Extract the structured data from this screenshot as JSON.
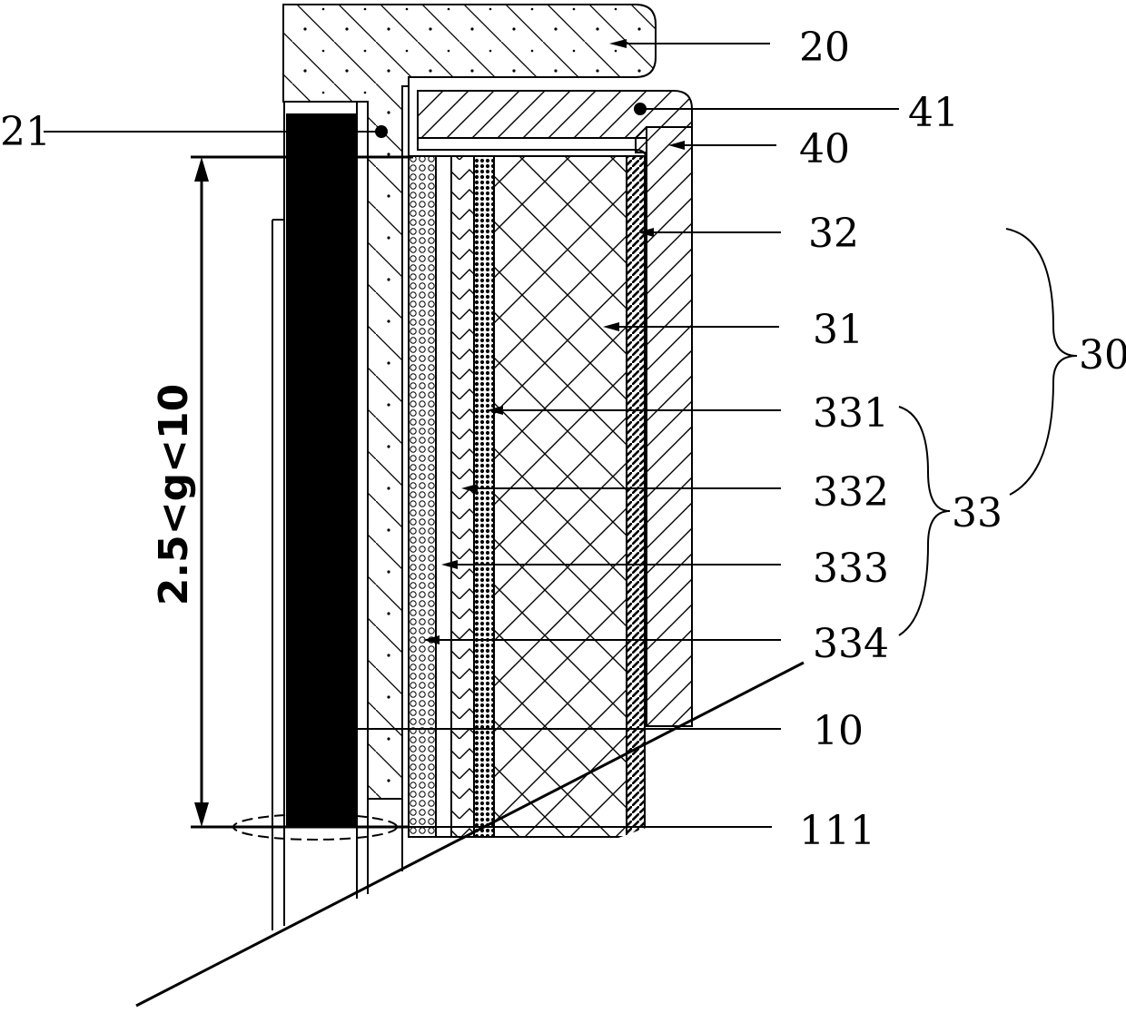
{
  "figure": {
    "labels": {
      "l20": "20",
      "l21": "21",
      "l41": "41",
      "l40": "40",
      "l32": "32",
      "l31": "31",
      "l30": "30",
      "l331": "331",
      "l332": "332",
      "l33": "33",
      "l333": "333",
      "l334": "334",
      "l10": "10",
      "l111": "111"
    },
    "dimension": "2.5<g<10"
  }
}
